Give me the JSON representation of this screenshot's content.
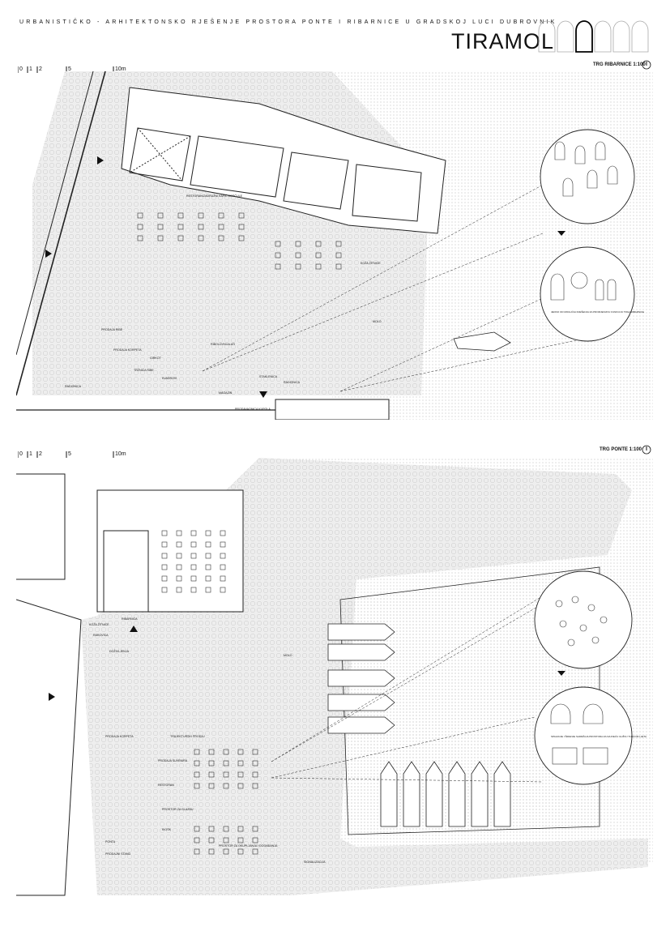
{
  "header": {
    "subtitle": "URBANISTIČKO - ARHITEKTONSKO RJEŠENJE PROSTORA PONTE I RIBARNICE U GRADSKOJ LUCI DUBROVNIK",
    "title": "TIRAMOL",
    "arch_count": 6,
    "active_arch": 2
  },
  "scale": {
    "ticks": [
      "0",
      "1",
      "2",
      "5",
      "10m"
    ]
  },
  "plan_top": {
    "name": "TRG RIBARNICE 1:100",
    "labels": [
      "RESTORAN/ZADRUŽNI KAFIĆ KORČULE",
      "KOŽA ŽITNICE",
      "MOLO",
      "PRODAJA RIBE",
      "TRŽNICA RIBE",
      "RIBOLOVNI ALATI",
      "RADIONICA",
      "MAGAZIN",
      "RADIONICA",
      "PRODAJA KORPETA",
      "GIRKOT",
      "KVADROVI",
      "STAKLENICA",
      "PRODAVAONICA KUPOLA"
    ],
    "caption": "JEDNO OD MOGUĆIH RJEŠENJA ZA PROMJENJIVU FUNKCIJU TRGA RIBARNICE"
  },
  "plan_bottom": {
    "name": "TRG PONTE 1:100",
    "labels": [
      "KOŽA ŽITNICE",
      "RAKOVICA",
      "DOŽIVLJENJA",
      "MOLO",
      "SIGNALIZACIJA",
      "PRODAJA KORPETA",
      "TRAJEKTURSKI PRODAJ",
      "PRODAJA SUVENIRA",
      "RESTORAN",
      "PROSTOR ZA GLAZBU",
      "PONTA",
      "KIOSK",
      "PRODAJNI STAND",
      "RIBARNICA",
      "PROSTOR ZA OKUPLJANJA I DOGAĐANJA"
    ],
    "caption": "SPAJANJE I ŠIRENJE SADRŽAJA PROSTORA ZA NAJVEĆU GUŽVU TIJEKOM LJETA"
  },
  "colors": {
    "paving": "#e6e6e6",
    "line": "#222222",
    "accent": "#111111"
  }
}
